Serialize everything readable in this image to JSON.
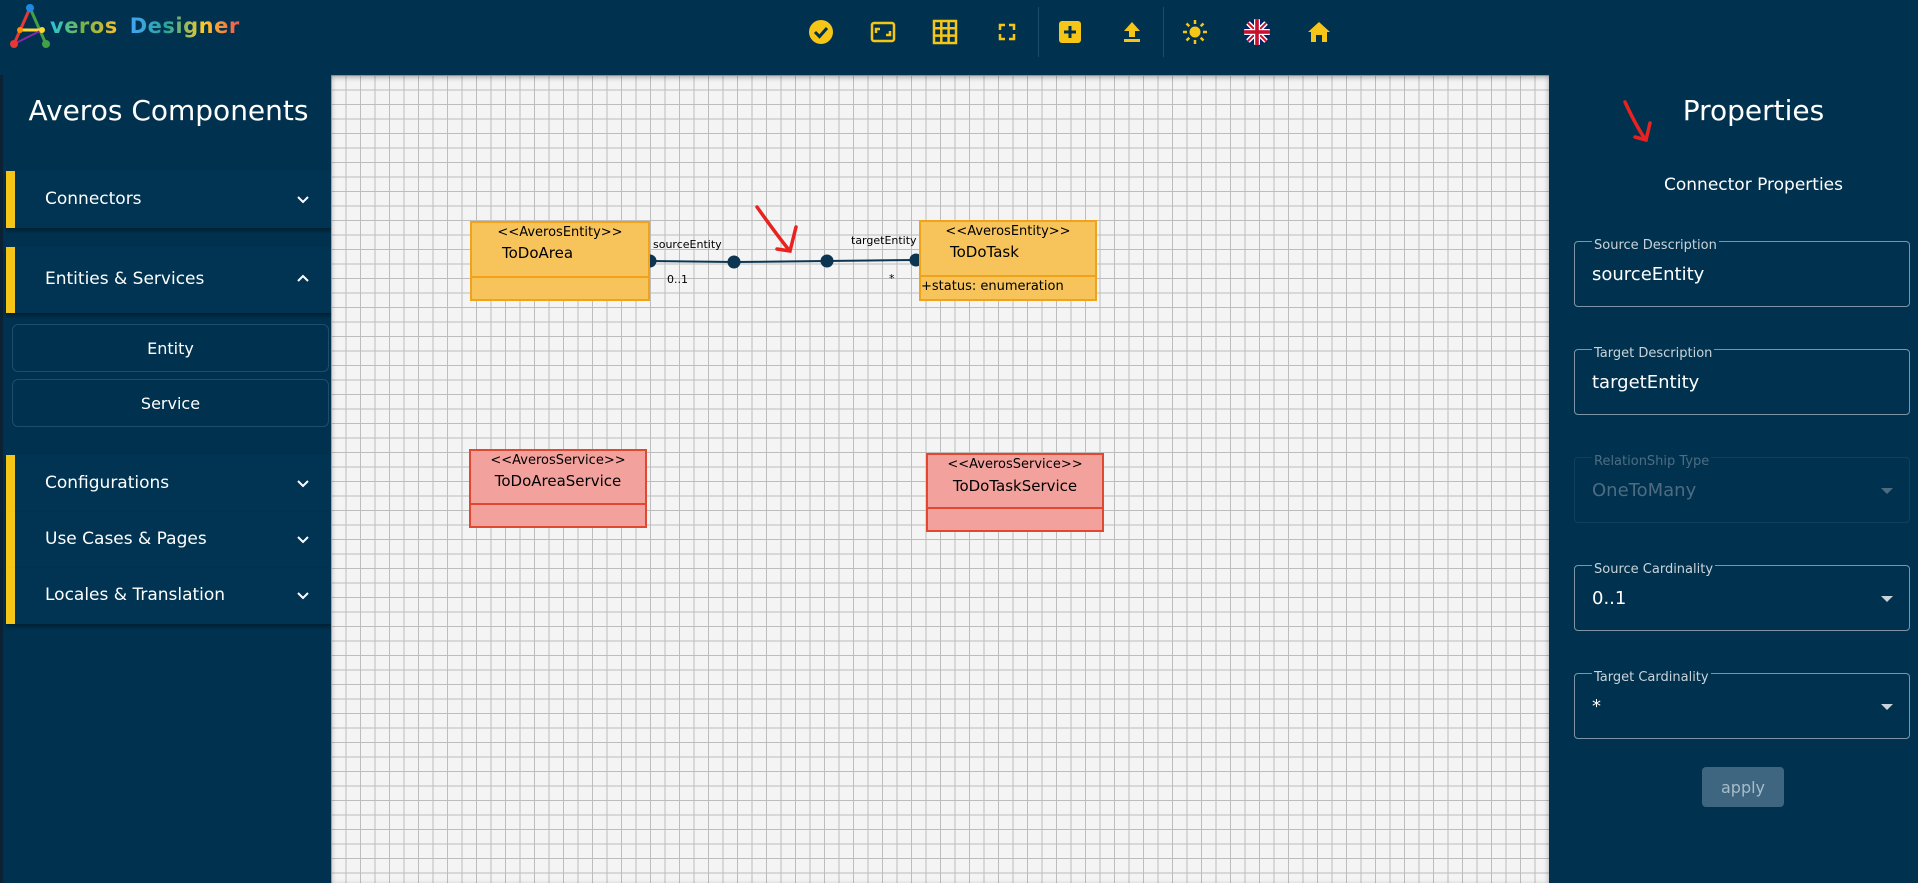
{
  "app": {
    "logo_letter": "A",
    "logo_word1": "veros",
    "logo_word2": "Designer"
  },
  "toolbar": {
    "icons": [
      "validate-icon",
      "fit-screen-icon",
      "grid-icon",
      "fullscreen-icon",
      "add-icon",
      "upload-icon",
      "theme-icon",
      "language-flag-icon",
      "home-icon"
    ]
  },
  "left": {
    "title": "Averos Components",
    "sections": [
      {
        "label": "Connectors",
        "expanded": false
      },
      {
        "label": "Entities & Services",
        "expanded": true,
        "items": [
          "Entity",
          "Service"
        ]
      },
      {
        "label": "Configurations",
        "expanded": false
      },
      {
        "label": "Use Cases & Pages",
        "expanded": false
      },
      {
        "label": "Locales & Translation",
        "expanded": false
      }
    ]
  },
  "canvas": {
    "entities": [
      {
        "stereotype": "<<AverosEntity>>",
        "name": "ToDoArea",
        "attributes": []
      },
      {
        "stereotype": "<<AverosEntity>>",
        "name": "ToDoTask",
        "attributes": [
          "+status: enumeration"
        ]
      }
    ],
    "services": [
      {
        "stereotype": "<<AverosService>>",
        "name": "ToDoAreaService"
      },
      {
        "stereotype": "<<AverosService>>",
        "name": "ToDoTaskService"
      }
    ],
    "connector": {
      "source_label": "sourceEntity",
      "target_label": "targetEntity",
      "source_cardinality": "0..1",
      "target_cardinality": "*"
    }
  },
  "right": {
    "title": "Properties",
    "subtitle": "Connector Properties",
    "fields": [
      {
        "label": "Source Description",
        "value": "sourceEntity",
        "type": "text"
      },
      {
        "label": "Target Description",
        "value": "targetEntity",
        "type": "text"
      },
      {
        "label": "RelationShip Type",
        "value": "OneToMany",
        "type": "select",
        "disabled": true
      },
      {
        "label": "Source Cardinality",
        "value": "0..1",
        "type": "select"
      },
      {
        "label": "Target Cardinality",
        "value": "*",
        "type": "select"
      }
    ],
    "apply_label": "apply"
  },
  "colors": {
    "brand_bg": "#00324f",
    "accent": "#f5c518",
    "entity_fill": "#f6c45b",
    "service_fill": "#f3a19c",
    "annotation": "#e8231f"
  }
}
